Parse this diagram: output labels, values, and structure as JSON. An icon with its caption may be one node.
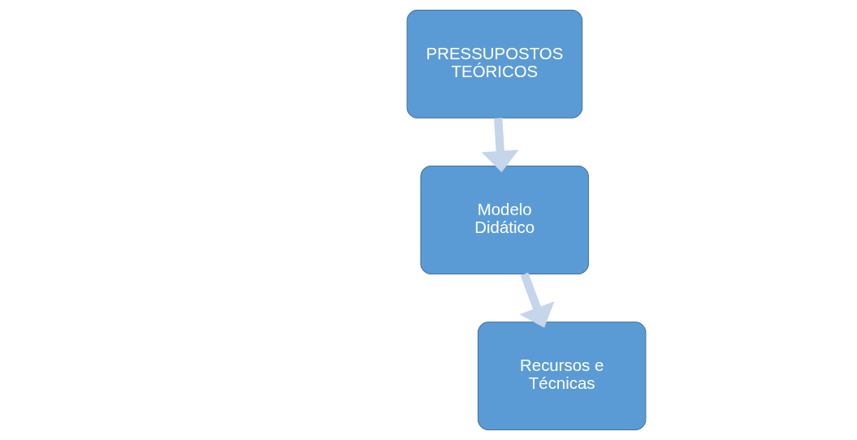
{
  "diagram": {
    "nodes": [
      {
        "text": [
          "PRESSUPOSTOS TEÓRICOS"
        ]
      },
      {
        "text": [
          "Modelo Didático"
        ]
      },
      {
        "text": [
          "Recursos e Técnicas"
        ]
      }
    ],
    "edges": [
      {
        "from": 0,
        "to": 1,
        "arrow": "to"
      },
      {
        "from": 1,
        "to": 2,
        "arrow": "to"
      }
    ]
  }
}
